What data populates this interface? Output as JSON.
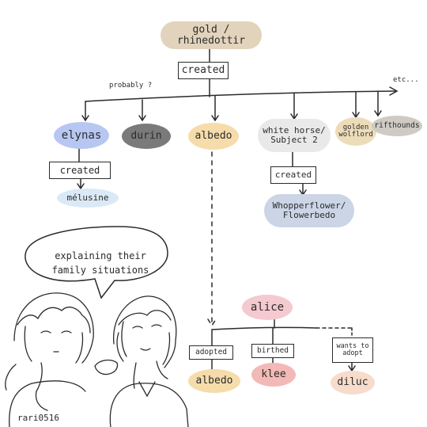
{
  "colors": {
    "gold": "#e2d3bc",
    "elynas": "#b8c6f2",
    "durin": "#7a7a7a",
    "albedo": "#f5dcaa",
    "white_horse": "#e9e9e9",
    "golden_wolflord": "#ecdcb9",
    "rifthounds": "#cfcac4",
    "melusine": "#dbe9f6",
    "whopperflower": "#cbd5e6",
    "alice": "#f4c9d0",
    "klee": "#f2b9b6",
    "diluc": "#f7dccb",
    "bubble": "#ddd0be"
  },
  "nodes": {
    "gold": "gold / rhinedottir",
    "created_top": "created",
    "probably": "probably ?",
    "etc": "etc...",
    "elynas": "elynas",
    "durin": "durin",
    "albedo_top": "albedo",
    "white_horse": "white horse/\nSubject 2",
    "golden_wolflord": "golden\nwolflord",
    "rifthounds": "rifthounds",
    "created_elynas": "created",
    "melusine": "mélusine",
    "created_white": "created",
    "whopperflower": "Whopperflower/\nFlowerbedo",
    "alice": "alice",
    "adopted": "adopted",
    "birthed": "birthed",
    "wants_to_adopt": "wants to\nadopt",
    "albedo_bottom": "albedo",
    "klee": "klee",
    "diluc": "diluc"
  },
  "speech_bubble": "explaining their\nfamily situations",
  "signature": "rari0516"
}
